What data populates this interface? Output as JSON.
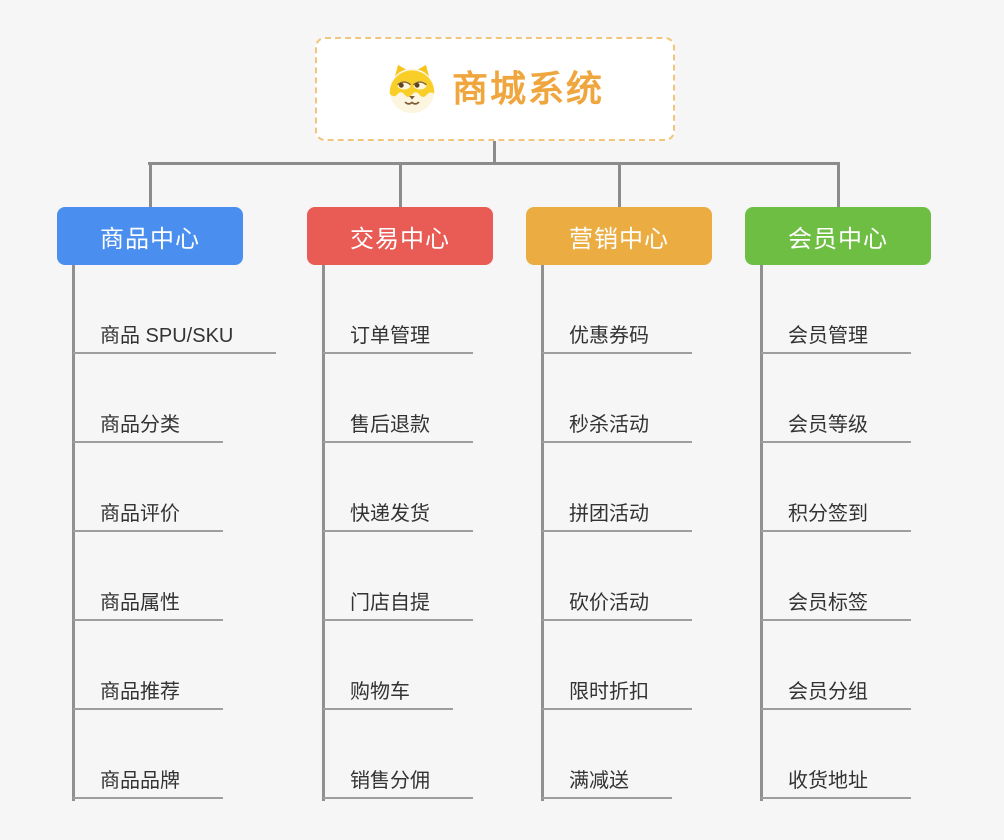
{
  "root": {
    "title": "商城系统",
    "icon": "dog-face-icon"
  },
  "branches": [
    {
      "label": "商品中心",
      "color": "#4a8ef0",
      "children": [
        "商品 SPU/SKU",
        "商品分类",
        "商品评价",
        "商品属性",
        "商品推荐",
        "商品品牌"
      ]
    },
    {
      "label": "交易中心",
      "color": "#e95b55",
      "children": [
        "订单管理",
        "售后退款",
        "快递发货",
        "门店自提",
        "购物车",
        "销售分佣"
      ]
    },
    {
      "label": "营销中心",
      "color": "#ebac41",
      "children": [
        "优惠券码",
        "秒杀活动",
        "拼团活动",
        "砍价活动",
        "限时折扣",
        "满减送"
      ]
    },
    {
      "label": "会员中心",
      "color": "#6fbe44",
      "children": [
        "会员管理",
        "会员等级",
        "积分签到",
        "会员标签",
        "会员分组",
        "收货地址"
      ]
    }
  ],
  "colors": {
    "background": "#f6f6f6",
    "connector": "#8c8c8c",
    "spine": "#909090",
    "child_underline": "#9e9e9e",
    "child_text": "#333333",
    "root_text": "#f0a63e",
    "root_border": "#f2c57e",
    "root_background": "#ffffff"
  }
}
